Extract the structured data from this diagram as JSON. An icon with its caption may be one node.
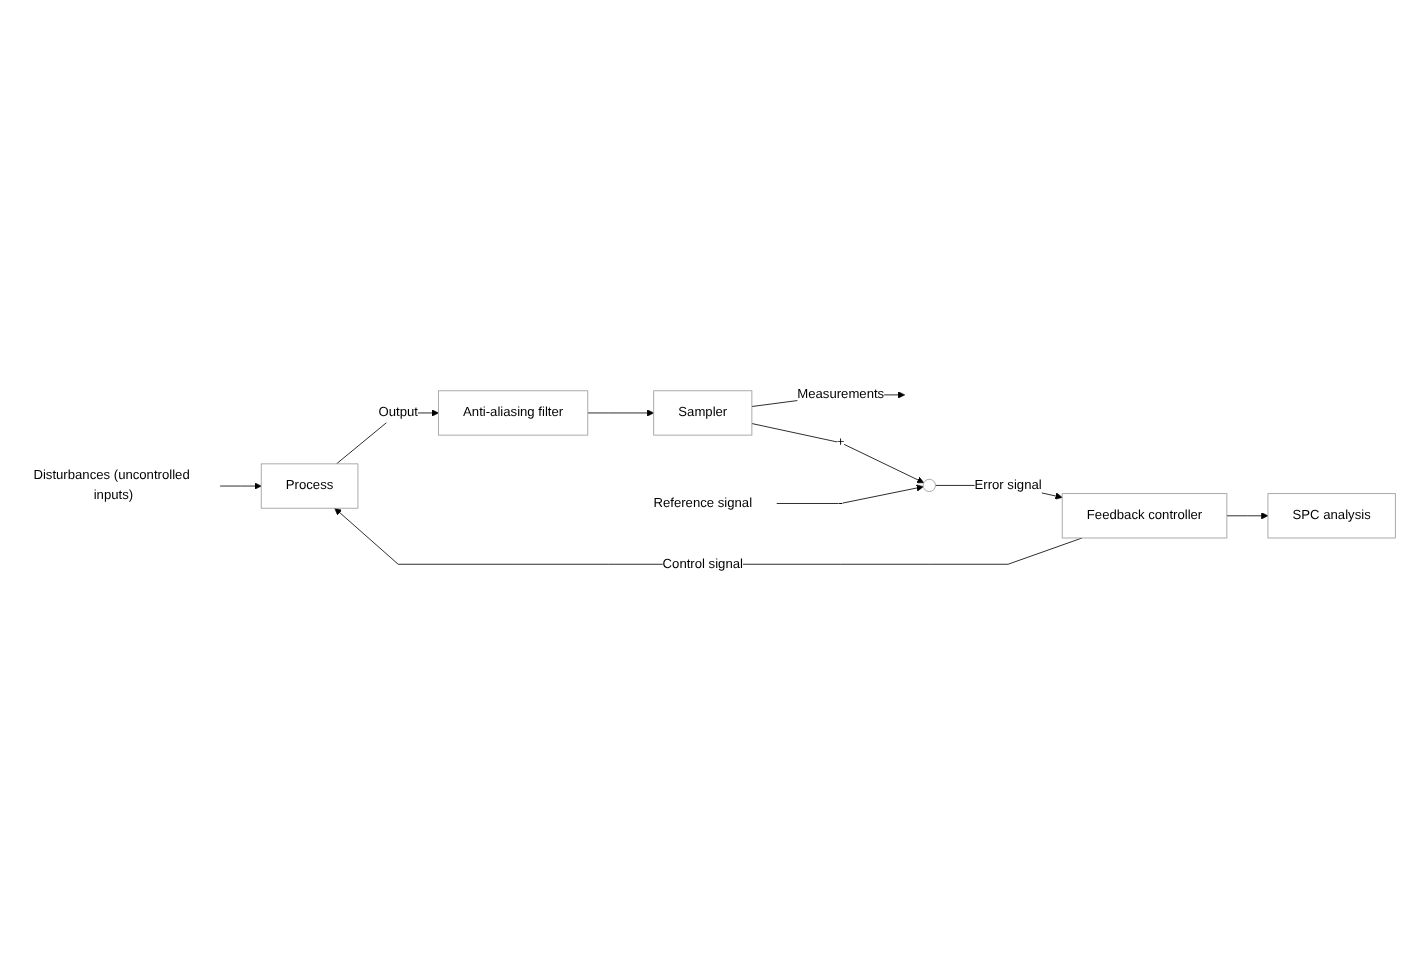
{
  "diagram": {
    "nodes": [
      {
        "text": [
          "Disturbances (uncontrolled inputs)"
        ]
      },
      {
        "text": [
          "Process"
        ]
      },
      {
        "text": [
          "Anti-aliasing filter"
        ]
      },
      {
        "text": [
          "Sampler"
        ]
      },
      {
        "text": [
          "Feedback controller"
        ]
      },
      {
        "text": [],
        "shape": "circle"
      },
      {
        "text": [
          "Reference signal"
        ]
      },
      {
        "text": [
          "SPC analysis"
        ]
      }
    ],
    "edges": [
      {
        "from": 0,
        "to": 1,
        "arrow": "to"
      },
      {
        "from": 1,
        "to": 2,
        "arrow": "to",
        "label": "Output"
      },
      {
        "from": 2,
        "to": 3,
        "arrow": "to"
      },
      {
        "from": 3,
        "to": null,
        "arrow": "to",
        "label": "Measurements"
      },
      {
        "from": 3,
        "to": 5,
        "arrow": "to",
        "label": "+"
      },
      {
        "from": 5,
        "to": 4,
        "arrow": "to",
        "label": "Error signal"
      },
      {
        "from": 6,
        "to": 5,
        "arrow": "to",
        "label": "-"
      },
      {
        "from": 4,
        "to": 1,
        "arrow": "to",
        "label": "Control signal"
      },
      {
        "from": 4,
        "to": 7,
        "arrow": "to"
      }
    ]
  }
}
